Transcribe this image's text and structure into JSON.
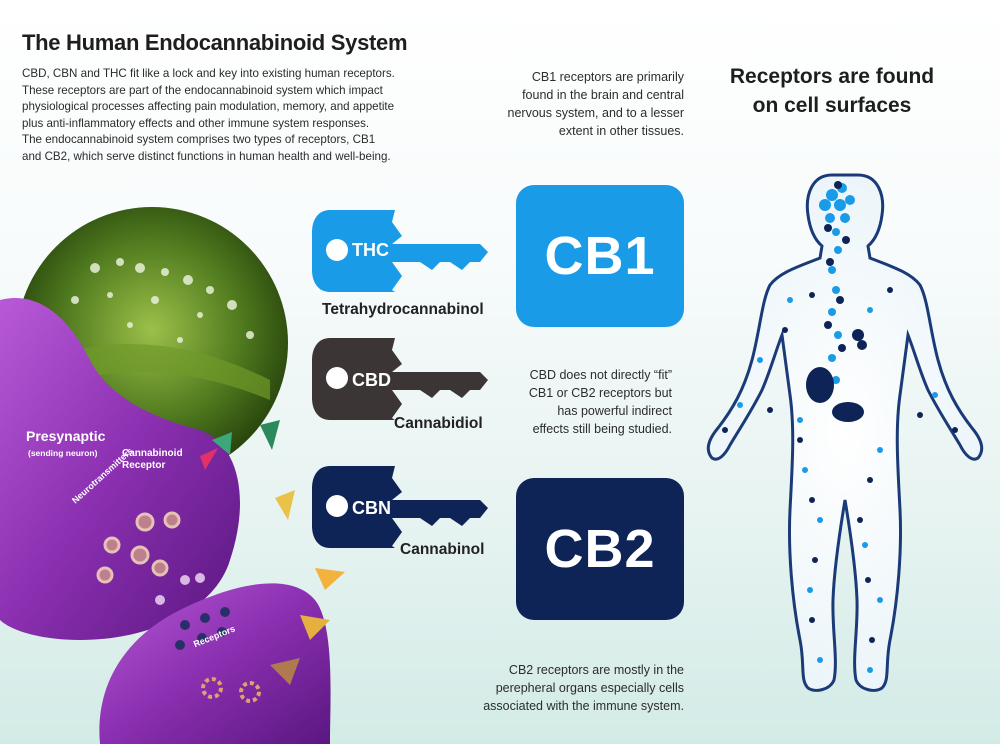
{
  "title": "The Human Endocannabinoid System",
  "intro": [
    "CBD, CBN and THC fit like a lock and key into existing human receptors.",
    "These receptors are part of the endocannabinoid system which impact",
    "physiological processes affecting pain modulation, memory, and appetite",
    "plus anti-inflammatory effects and other immune system responses.",
    "The endocannabinoid system comprises two types of receptors, CB1",
    "and CB2, which serve distinct functions in human health and well-being."
  ],
  "cb1_note": [
    "CB1 receptors are primarily",
    "found in the brain and central",
    "nervous system, and to a lesser",
    "extent in other tissues."
  ],
  "cbd_note": [
    "CBD does not directly “fit”",
    "CB1 or CB2 receptors but",
    "has powerful indirect",
    "effects still being studied."
  ],
  "cb2_note": [
    "CB2 receptors are mostly in the",
    "perepheral organs especially cells",
    "associated with the immune system."
  ],
  "receptors_heading": [
    "Receptors are found",
    "on cell surfaces"
  ],
  "boxes": {
    "cb1": "CB1",
    "cb2": "CB2"
  },
  "keys": {
    "thc": {
      "label": "THC",
      "name": "Tetrahydrocannabinol",
      "color": "#1a9be8"
    },
    "cbd": {
      "label": "CBD",
      "name": "Cannabidiol",
      "color": "#3b3535"
    },
    "cbn": {
      "label": "CBN",
      "name": "Cannabinol",
      "color": "#0e2457"
    }
  },
  "neuron": {
    "presynaptic": "Presynaptic",
    "sending": "(sending neuron)",
    "cannabinoid_receptor": [
      "Cannabinoid",
      "Receptor"
    ],
    "neurotransmitters": "Neurotransmitters",
    "receptors": "Receptors"
  },
  "colors": {
    "cb1_blue": "#1a9be8",
    "cb2_navy": "#0e2457",
    "neuron_purple": "#8a2fb0"
  }
}
